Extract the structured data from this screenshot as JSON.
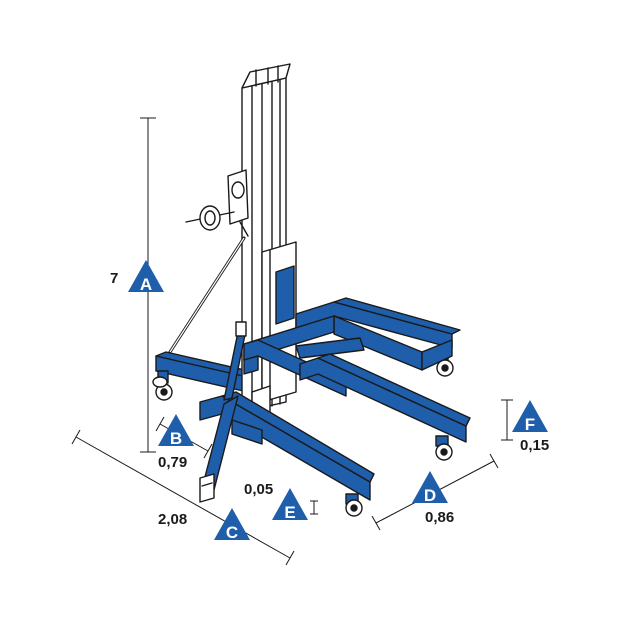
{
  "colors": {
    "accent": "#1f5eaa",
    "steel": "#ffffff",
    "line": "#1a1a1a"
  },
  "dimensions": {
    "a": {
      "letter": "A",
      "value": "7"
    },
    "b": {
      "letter": "B",
      "value": "0,79"
    },
    "c": {
      "letter": "C",
      "value": "2,08"
    },
    "d": {
      "letter": "D",
      "value": "0,86"
    },
    "e": {
      "letter": "E",
      "value": "0,05"
    },
    "f": {
      "letter": "F",
      "value": "0,15"
    }
  }
}
